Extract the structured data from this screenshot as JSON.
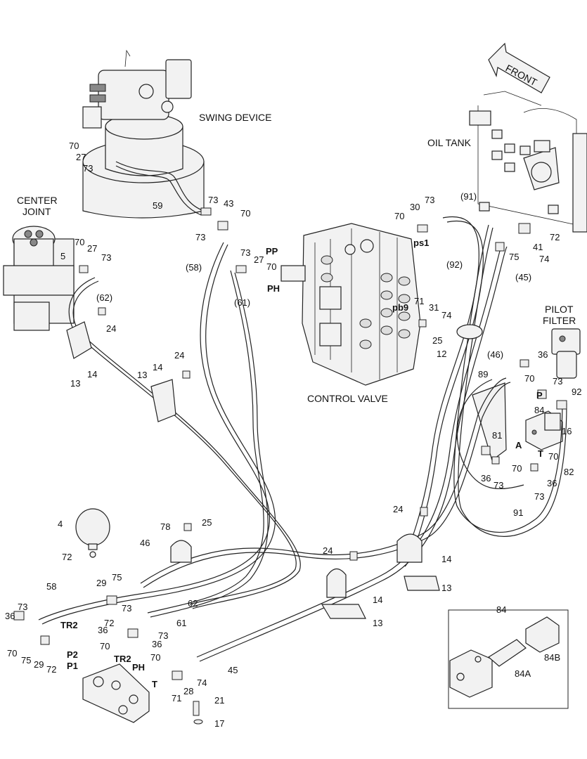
{
  "titles": {
    "swing_device": "SWING DEVICE",
    "oil_tank": "OIL TANK",
    "center_joint_1": "CENTER",
    "center_joint_2": "JOINT",
    "control_valve": "CONTROL VALVE",
    "pilot_filter_1": "PILOT",
    "pilot_filter_2": "FILTER",
    "front": "FRONT"
  },
  "port_labels": [
    "PP",
    "PH",
    "ps1",
    "pb9",
    "P",
    "A",
    "T",
    "TR2",
    "P2",
    "P1",
    "TR2",
    "PH",
    "T"
  ],
  "callouts": [
    "70",
    "27",
    "73",
    "59",
    "73",
    "43",
    "70",
    "73",
    "(58)",
    "73",
    "27",
    "70",
    "(61)",
    "70",
    "30",
    "73",
    "(91)",
    "72",
    "41",
    "75",
    "74",
    "(92)",
    "(45)",
    "5",
    "70",
    "27",
    "73",
    "(62)",
    "24",
    "13",
    "14",
    "24",
    "13",
    "14",
    "71",
    "31",
    "74",
    "25",
    "12",
    "(46)",
    "36",
    "73",
    "92",
    "89",
    "70",
    "84",
    "16",
    "82",
    "81",
    "70",
    "A",
    "36",
    "73",
    "70",
    "36",
    "73",
    "91",
    "4",
    "72",
    "78",
    "25",
    "46",
    "75",
    "29",
    "62",
    "73",
    "61",
    "36",
    "73",
    "70",
    "36",
    "70",
    "24",
    "14",
    "13",
    "24",
    "14",
    "13",
    "58",
    "73",
    "36",
    "70",
    "75",
    "29",
    "72",
    "72",
    "28",
    "74",
    "71",
    "45",
    "21",
    "17",
    "84",
    "84B",
    "84A"
  ]
}
